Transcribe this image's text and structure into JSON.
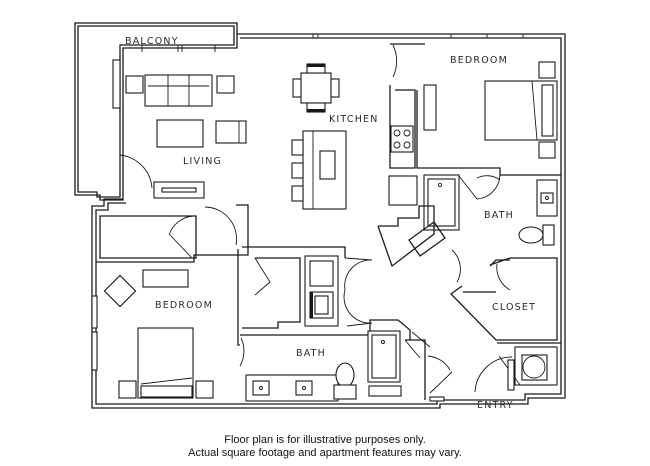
{
  "floor_plan": {
    "rooms": {
      "balcony": "BALCONY",
      "living": "LIVING",
      "kitchen": "KITCHEN",
      "bedroom_primary": "BEDROOM",
      "bath_primary": "BATH",
      "closet": "CLOSET",
      "bedroom_secondary": "BEDROOM",
      "bath_secondary": "BATH",
      "entry": "ENTRY"
    },
    "fixtures": [
      "sofa",
      "armchair",
      "coffee-table",
      "tv-console",
      "dining-table",
      "kitchen-island",
      "bar-stools",
      "stove",
      "refrigerator",
      "bed",
      "nightstand",
      "dresser",
      "bathtub",
      "toilet",
      "sink",
      "washer-dryer",
      "water-heater"
    ]
  },
  "disclaimer": {
    "line1": "Floor plan is for illustrative purposes only.",
    "line2": "Actual square footage and apartment features may vary."
  }
}
